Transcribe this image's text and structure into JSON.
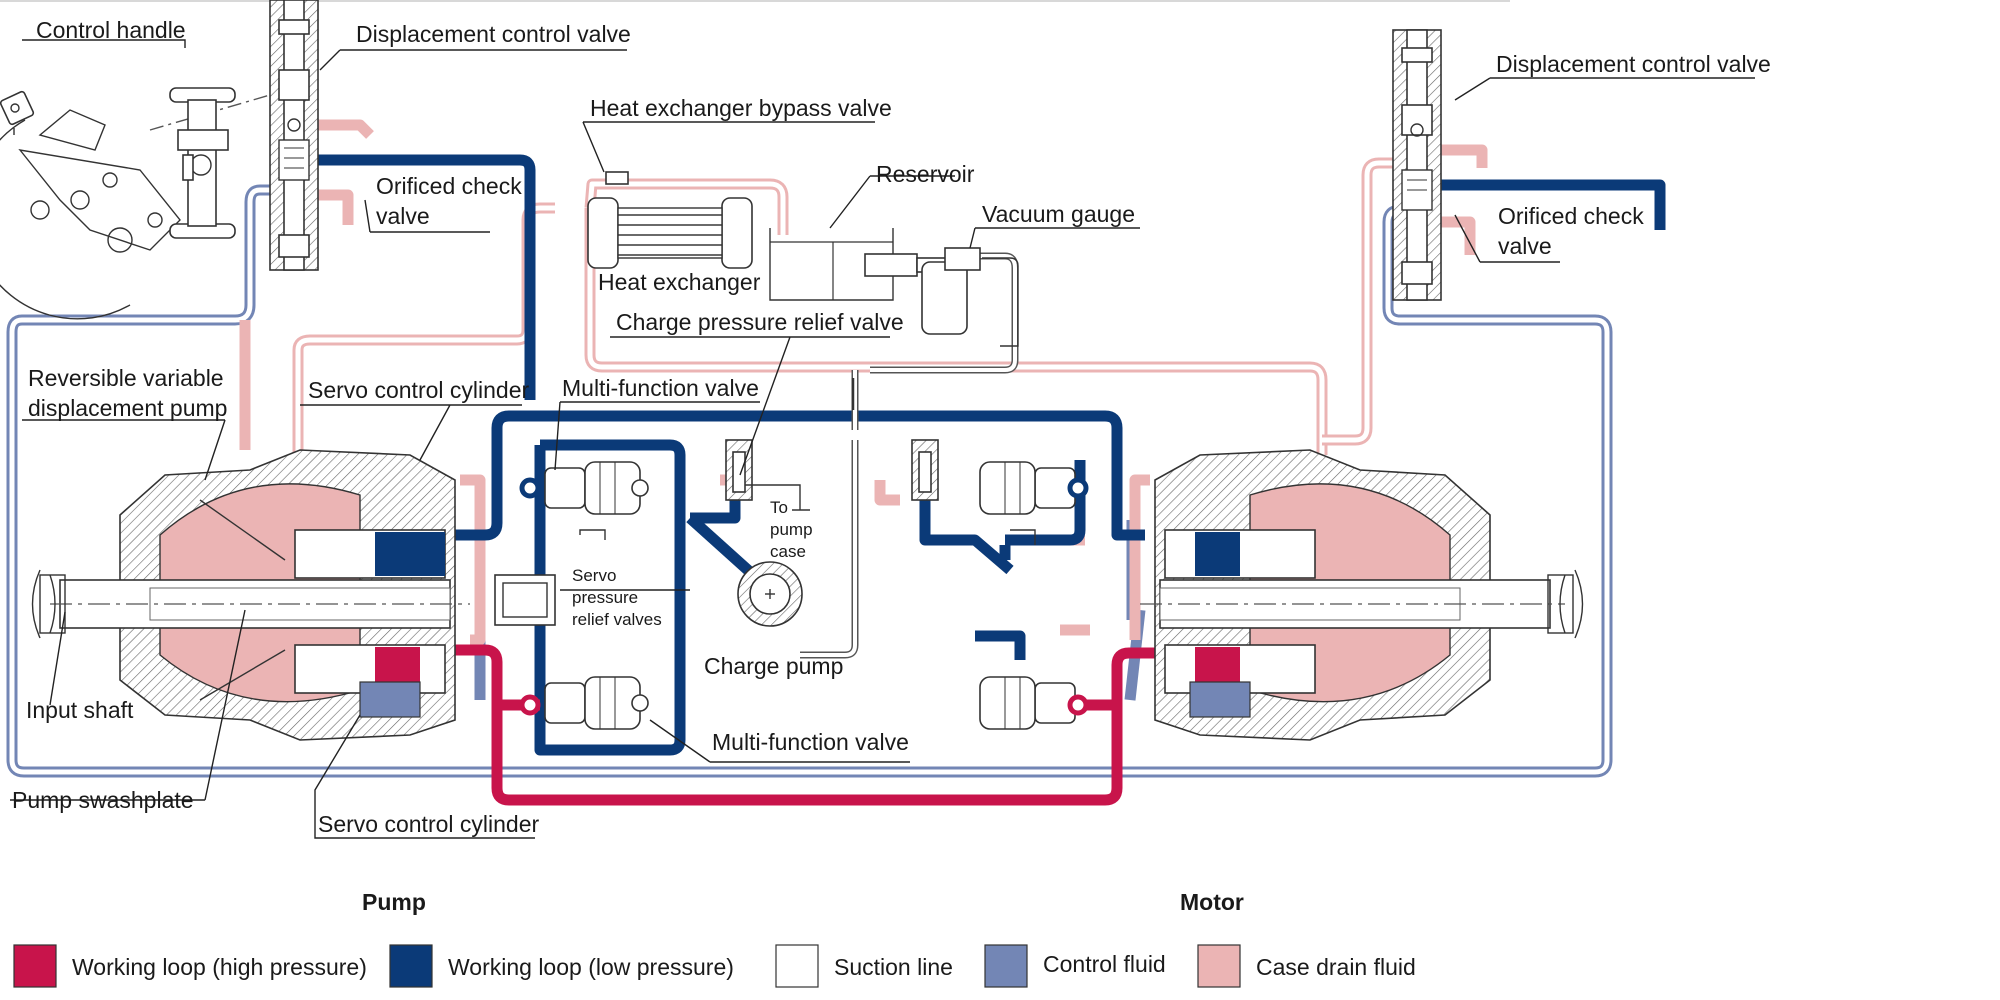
{
  "colors": {
    "high_pressure": "#c8144b",
    "low_pressure": "#0b3a78",
    "suction": "#ffffff",
    "control": "#7386b5",
    "case_drain": "#ebb4b4",
    "hatch": "#555555"
  },
  "labels": {
    "control_handle": "Control handle",
    "displacement_control_valve_left": "Displacement control valve",
    "displacement_control_valve_right": "Displacement control valve",
    "heat_exchanger_bypass_valve": "Heat exchanger bypass valve",
    "reservoir": "Reservoir",
    "vacuum_gauge": "Vacuum gauge",
    "heat_exchanger": "Heat exchanger",
    "orificed_check_valve_left_l1": "Orificed check",
    "orificed_check_valve_left_l2": "valve",
    "orificed_check_valve_right_l1": "Orificed check",
    "orificed_check_valve_right_l2": "valve",
    "charge_pressure_relief_valve": "Charge pressure relief valve",
    "reversible_pump_l1": "Reversible variable",
    "reversible_pump_l2": "displacement pump",
    "servo_control_cylinder_top": "Servo control cylinder",
    "multi_function_valve_top": "Multi-function valve",
    "to_pump_case_l1": "To",
    "to_pump_case_l2": "pump",
    "to_pump_case_l3": "case",
    "servo_relief_l1": "Servo",
    "servo_relief_l2": "pressure",
    "servo_relief_l3": "relief valves",
    "charge_pump": "Charge pump",
    "input_shaft": "Input shaft",
    "multi_function_valve_bottom": "Multi-function valve",
    "pump_swashplate": "Pump swashplate",
    "servo_control_cylinder_bottom": "Servo control cylinder"
  },
  "legend": {
    "pump_title": "Pump",
    "motor_title": "Motor",
    "items": [
      {
        "label": "Working loop (high pressure)",
        "color": "#c8144b"
      },
      {
        "label": "Working loop (low pressure)",
        "color": "#0b3a78"
      },
      {
        "label": "Suction line",
        "color": "#ffffff"
      },
      {
        "label": "Control fluid",
        "color": "#7386b5"
      },
      {
        "label": "Case drain fluid",
        "color": "#ebb4b4"
      }
    ]
  }
}
